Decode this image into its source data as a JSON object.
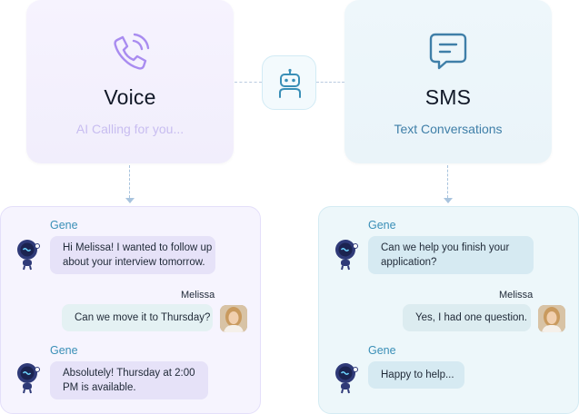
{
  "voice": {
    "title": "Voice",
    "subtitle": "AI Calling for you..."
  },
  "sms": {
    "title": "SMS",
    "subtitle": "Text Conversations"
  },
  "left_chat": {
    "bot_name_1": "Gene",
    "bot_msg_1_line1": "Hi Melissa! I wanted to follow up",
    "bot_msg_1_line2": "about your interview tomorrow.",
    "user_name": "Melissa",
    "user_msg": "Can we move it to Thursday?",
    "bot_name_2": "Gene",
    "bot_msg_2_line1": "Absolutely! Thursday at 2:00",
    "bot_msg_2_line2": "PM is available."
  },
  "right_chat": {
    "bot_name_1": "Gene",
    "bot_msg_1_line1": "Can we help you finish your",
    "bot_msg_1_line2": "application?",
    "user_name": "Melissa",
    "user_msg": "Yes, I had one question.",
    "bot_name_2": "Gene",
    "bot_msg_2": "Happy to help..."
  },
  "colors": {
    "voice_accent": "#a98cf0",
    "sms_accent": "#3f7fa8",
    "gene_name": "#3a8fb7"
  },
  "icons": {
    "voice": "phone-ringing-icon",
    "sms": "message-bubble-icon",
    "hub": "robot-icon",
    "bot_avatar": "gene-robot-mascot",
    "user_avatar": "melissa-photo"
  }
}
